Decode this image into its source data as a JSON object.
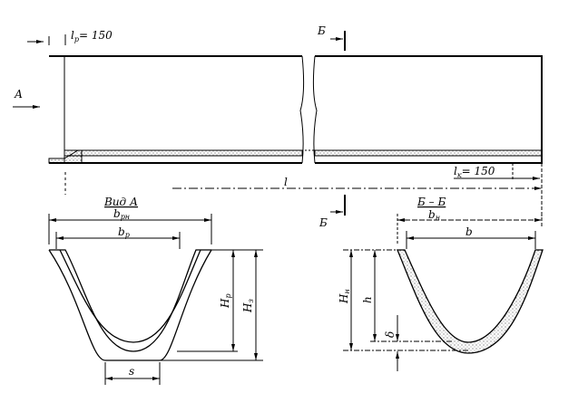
{
  "labels": {
    "lr": "l",
    "lr_sub": "р",
    "lr_val": "= 150",
    "section_mark_top": "Б",
    "view_arrow": "А",
    "lk": "l",
    "lk_sub": "к",
    "lk_val": "= 150",
    "length": "l",
    "section_mark_bottom": "Б",
    "view_a_title": "Вид А",
    "b_rn": "b",
    "b_rn_sub": "рн",
    "b_r": "b",
    "b_r_sub": "р",
    "H_r": "H",
    "H_r_sub": "р",
    "H_z": "H",
    "H_z_sub": "з",
    "s": "s",
    "section_title": "Б – Б",
    "b_n": "b",
    "b_n_sub": "н",
    "b": "b",
    "H_n": "H",
    "H_n_sub": "н",
    "h": "h",
    "delta": "δ"
  }
}
